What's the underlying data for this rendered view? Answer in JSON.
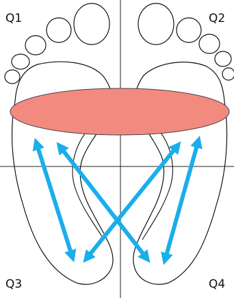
{
  "quadrant_labels": {
    "q1": "Q1",
    "q2": "Q2",
    "q3": "Q3",
    "q4": "Q4"
  },
  "colors": {
    "outline": "#111111",
    "axis": "#222222",
    "ellipse_fill": "#f28a80",
    "ellipse_stroke": "#444444",
    "arrow": "#1aaeea"
  }
}
